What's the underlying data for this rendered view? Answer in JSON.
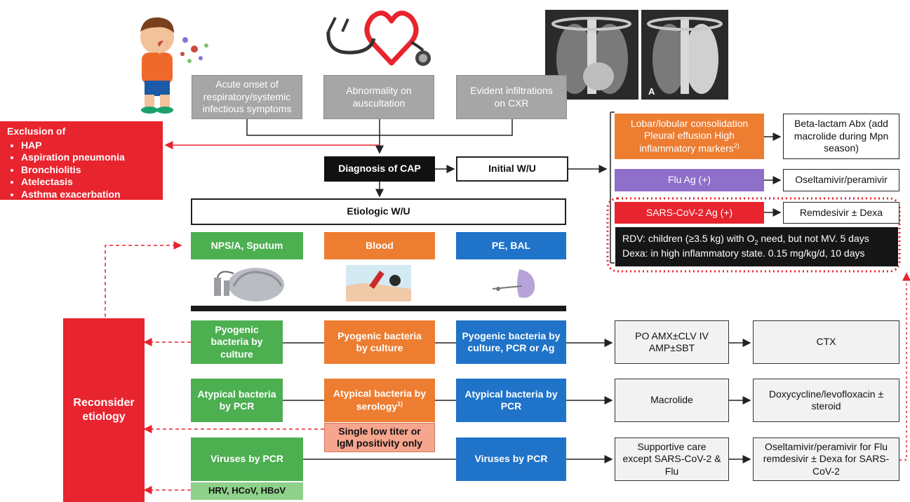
{
  "symptoms": {
    "acute_onset": "Acute onset of respiratory/systemic infectious symptoms",
    "auscultation": "Abnormality on auscultation",
    "infiltrations": "Evident infiltrations on CXR"
  },
  "xray_label": "A",
  "exclusion": {
    "title": "Exclusion of",
    "items": [
      "HAP",
      "Aspiration pneumonia",
      "Bronchiolitis",
      "Atelectasis",
      "Asthma exacerbation"
    ]
  },
  "diagnosis": "Diagnosis of CAP",
  "initial_wu": "Initial W/U",
  "etiologic_wu": "Etiologic W/U",
  "initial_branches": {
    "lobar": "Lobar/lobular consolidation Pleural effusion High inflammatory markers",
    "lobar_sup": "2)",
    "lobar_tx": "Beta-lactam Abx (add macrolide during Mpn season)",
    "flu": "Flu Ag (+)",
    "flu_tx": "Oseltamivir/peramivir",
    "sars": "SARS-CoV-2 Ag (+)",
    "sars_tx": "Remdesivir ± Dexa"
  },
  "note": {
    "line1_pre": "RDV: children (≥3.5 kg) with O",
    "line1_sub": "2",
    "line1_post": " need, but not MV. 5 days",
    "line2": "Dexa: in high inflammatory state. 0.15 mg/kg/d, 10 days"
  },
  "specimens": {
    "nps": "NPS/A, Sputum",
    "blood": "Blood",
    "pe": "PE, BAL"
  },
  "reconsider": "Reconsider etiology",
  "rows": {
    "pyo_green": "Pyogenic bacteria by culture",
    "pyo_orange": "Pyogenic bacteria by culture",
    "pyo_blue": "Pyogenic bacteria by culture, PCR or Ag",
    "pyo_tx1": "PO AMX±CLV IV AMP±SBT",
    "pyo_tx2": "CTX",
    "atyp_green": "Atypical bacteria by PCR",
    "atyp_orange": "Atypical bacteria by serology",
    "atyp_orange_sup": "1)",
    "atyp_note": "Single low titer or IgM positivity only",
    "atyp_blue": "Atypical bacteria by PCR",
    "atyp_tx1": "Macrolide",
    "atyp_tx2": "Doxycycline/levofloxacin ± steroid",
    "vir_green": "Viruses by PCR",
    "vir_note": "HRV, HCoV, HBoV",
    "vir_blue": "Viruses by PCR",
    "vir_tx1": "Supportive care except SARS-CoV-2 & Flu",
    "vir_tx2": "Oseltamivir/peramivir for Flu remdesivir ± Dexa for SARS-CoV-2"
  }
}
